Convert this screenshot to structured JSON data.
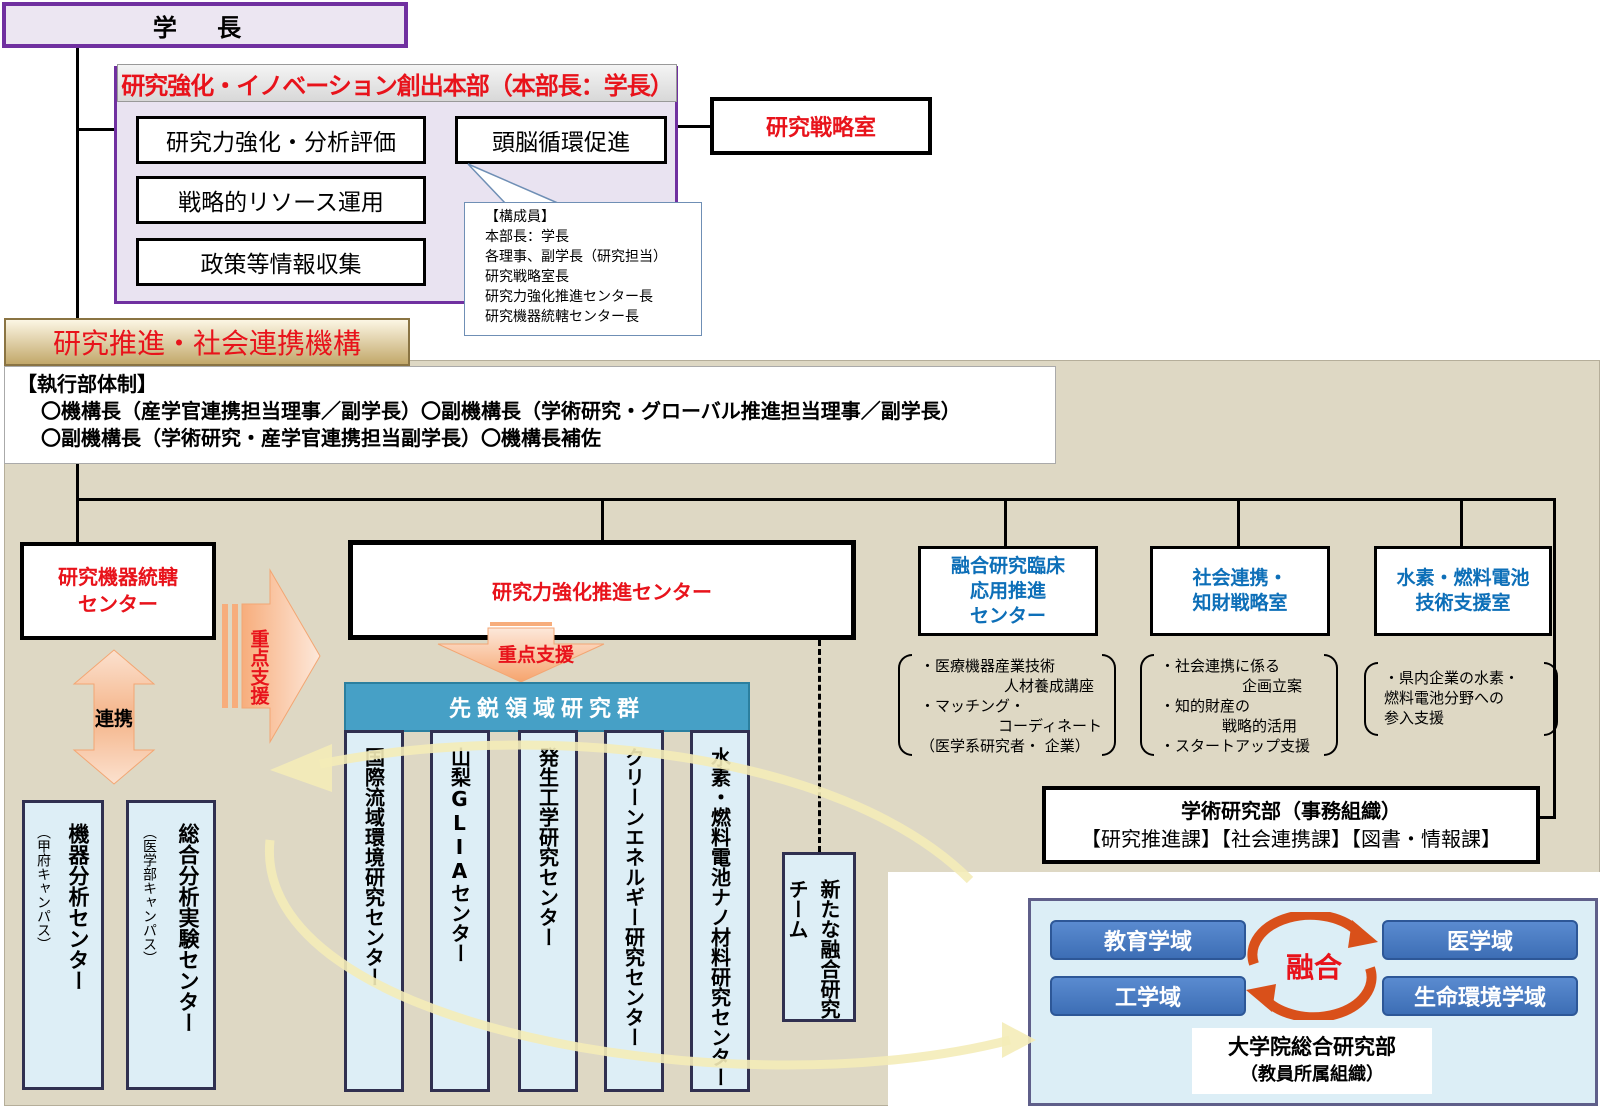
{
  "president": "学 長",
  "hq": {
    "title": "研究強化・イノベーション創出本部（本部長：学長）",
    "items": [
      "研究力強化・分析評価",
      "頭脳循環促進",
      "戦略的リソース運用",
      "政策等情報収集"
    ],
    "strategy_room": "研究戦略室",
    "members_title": "【構成員】",
    "members": [
      "本部長：学長",
      "各理事、副学長（研究担当）",
      "研究戦略室長",
      "研究力強化推進センター長",
      "研究機器統轄センター長"
    ]
  },
  "org": {
    "banner": "研究推進・社会連携機構",
    "exec_title": "【執行部体制】",
    "exec_lines": [
      "〇機構長（産学官連携担当理事／副学長）〇副機構長（学術研究・グローバル推進担当理事／副学長）",
      "〇副機構長（学術研究・産学官連携担当副学長）〇機構長補佐"
    ]
  },
  "units": {
    "equipment_center": [
      "研究機器統轄",
      "センター"
    ],
    "promotion_center": "研究力強化推進センター",
    "fusion_clinical": [
      "融合研究臨床",
      "応用推進",
      "センター"
    ],
    "social_ip": [
      "社会連携・",
      "知財戦略室"
    ],
    "hydrogen_support": [
      "水素・燃料電池",
      "技術支援室"
    ]
  },
  "notes": {
    "fusion_clinical": [
      "・医療機器産業技術",
      "人材養成講座",
      "・マッチング・",
      "コーディネート",
      "（医学系研究者・ 企業）"
    ],
    "social_ip": [
      "・社会連携に係る",
      "企画立案",
      "・知的財産の",
      "戦略的活用",
      "・スタートアップ支援"
    ],
    "hydrogen_support": [
      "・県内企業の水素・",
      "燃料電池分野への",
      "参入支援"
    ]
  },
  "arrows": {
    "cooperation": "連携",
    "priority_support_side": "重点支援",
    "priority_support_top": "重点支援"
  },
  "analysis_centers": [
    {
      "name": "機器分析センター",
      "campus": "（甲府キャンパス）"
    },
    {
      "name": "総合分析実験センター",
      "campus": "（医学部キャンパス）"
    }
  ],
  "cutting_edge": {
    "header": "先鋭領域研究群",
    "centers": [
      "国際流域環境研究センター",
      "山梨GLIAセンター",
      "発生工学研究センター",
      "クリーンエネルギー研究センター",
      "水素・燃料電池ナノ材料研究センター"
    ]
  },
  "new_team": "新たな融合研究チーム",
  "academic_dept": {
    "title": "学術研究部（事務組織）",
    "sections": "【研究推進課】【社会連携課】【図書・情報課】"
  },
  "graduate": {
    "fields": [
      "教育学域",
      "医学域",
      "工学域",
      "生命環境学域"
    ],
    "fusion": "融合",
    "name": "大学院総合研究部",
    "subtitle": "（教員所属組織）"
  },
  "colors": {
    "accent_red": "#e8131b",
    "accent_blue": "#0d6fb8",
    "purple": "#7030a0",
    "tan": "#ded8c4"
  }
}
